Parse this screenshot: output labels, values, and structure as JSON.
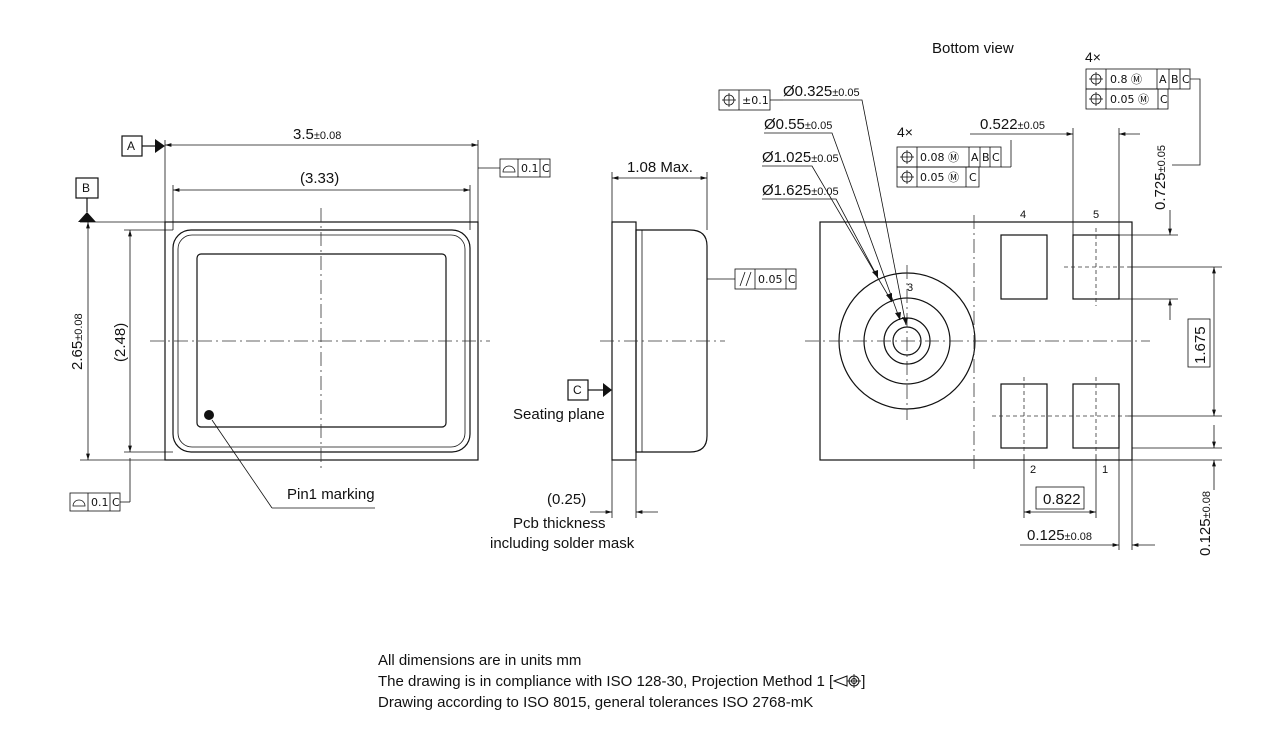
{
  "view_titles": {
    "bottom": "Bottom view"
  },
  "top_view": {
    "width_dim": "3.5",
    "width_tol": "±0.08",
    "inner_width_dim": "(3.33)",
    "height_dim": "2.65",
    "height_tol": "±0.08",
    "inner_height_dim": "(2.48)",
    "datum_a": "A",
    "datum_b": "B",
    "pin1_label": "Pin1 marking",
    "profile_tol_top": {
      "value": "0.1",
      "datum": "C"
    },
    "profile_tol_bottom": {
      "value": "0.1",
      "datum": "C"
    }
  },
  "side_view": {
    "height_dim": "1.08 Max.",
    "parallel_tol": {
      "value": "0.05",
      "datum": "C"
    },
    "datum_c": "C",
    "seating_label": "Seating plane",
    "pcb_dim": "(0.25)",
    "pcb_label_1": "Pcb thickness",
    "pcb_label_2": "including solder mask"
  },
  "bottom_view": {
    "pos_tol_small": "±0.1",
    "dia_1": "Ø0.325",
    "dia_1_tol": "±0.05",
    "dia_2": "Ø0.55",
    "dia_2_tol": "±0.05",
    "dia_3": "Ø1.025",
    "dia_3_tol": "±0.05",
    "dia_4": "Ø1.625",
    "dia_4_tol": "±0.05",
    "count_4x_a": "4×",
    "count_4x_b": "4×",
    "frame_mid_row1": {
      "value": "0.08",
      "d1": "A",
      "d2": "B",
      "d3": "C"
    },
    "frame_mid_row2": {
      "value": "0.05",
      "d1": "C"
    },
    "frame_right_row1": {
      "value": "0.8",
      "d1": "A",
      "d2": "B",
      "d3": "C"
    },
    "frame_right_row2": {
      "value": "0.05",
      "d1": "C"
    },
    "pad_width": "0.522",
    "pad_width_tol": "±0.05",
    "pad_height": "0.725",
    "pad_height_tol": "±0.05",
    "pitch_y": "1.675",
    "pitch_x": "0.822",
    "edge_x": "0.125",
    "edge_x_tol": "±0.08",
    "edge_y": "0.125",
    "edge_y_tol": "±0.08",
    "pin_labels": [
      "1",
      "2",
      "3",
      "4",
      "5"
    ]
  },
  "notes": {
    "line1": "All dimensions are in units mm",
    "line2": "The drawing is in compliance with ISO 128-30, Projection Method 1 [",
    "line2_end": "]",
    "line3": "Drawing according to ISO 8015, general tolerances ISO 2768-mK"
  }
}
